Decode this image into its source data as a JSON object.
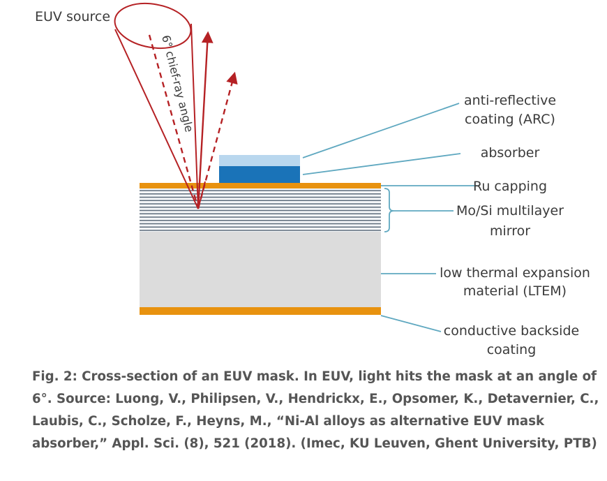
{
  "diagram": {
    "source_label": "EUV source",
    "angle_label": "6° chief-ray angle",
    "labels": {
      "arc": [
        "anti-reflective",
        "coating (ARC)"
      ],
      "absorber": "absorber",
      "ru_capping": "Ru capping",
      "multilayer": [
        "Mo/Si multilayer",
        "mirror"
      ],
      "ltem": [
        "low thermal expansion",
        "material (LTEM)"
      ],
      "backside": [
        "conductive backside",
        "coating"
      ]
    },
    "colors": {
      "ray": "#b52124",
      "leader": "#5fa8c0",
      "orange": "#e8920f",
      "absorber": "#1a73b8",
      "arc": "#b9d7ee",
      "multilayer_line": "#5c6b7a",
      "ltem": "#dcdcdc"
    }
  },
  "caption": {
    "lines": [
      "Fig. 2: Cross-section of an EUV mask. In EUV, light hits the mask at an angle of",
      "6°. Source: Luong, V., Philipsen, V., Hendrickx, E., Opsomer, K., Detavernier, C.,",
      "Laubis, C., Scholze, F., Heyns, M., “Ni-Al alloys as alternative EUV mask",
      "absorber,” Appl. Sci. (8), 521 (2018). (Imec, KU Leuven, Ghent University, PTB)"
    ]
  }
}
